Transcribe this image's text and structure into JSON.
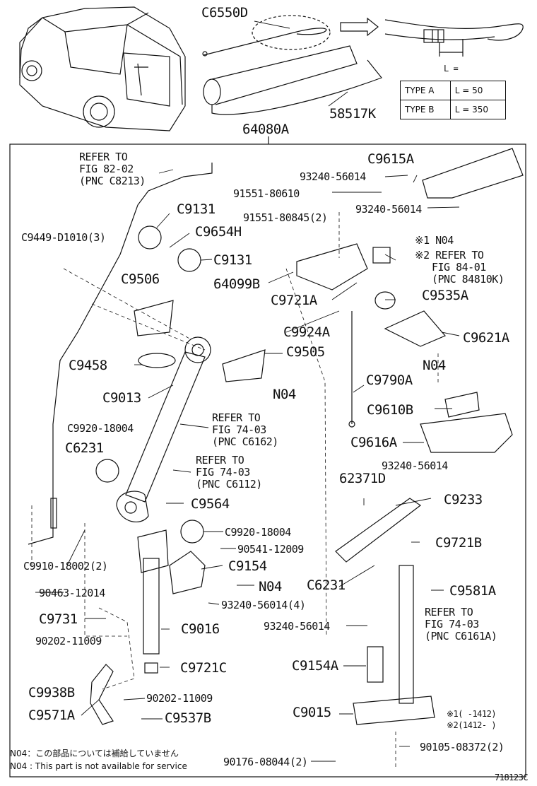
{
  "labels": {
    "c6550d": "C6550D",
    "l_eq": "L =",
    "p58517k": "58517K",
    "p64080a": "64080A",
    "refer_82_1": "REFER TO",
    "refer_82_2": "FIG 82-02",
    "refer_82_3": "(PNC C8213)",
    "c9615a": "C9615A",
    "p93240_a": "93240-56014",
    "p91551_80610": "91551-80610",
    "p93240_b": "93240-56014",
    "c9131_a": "C9131",
    "p91551_80845": "91551-80845(2)",
    "c9654h": "C9654H",
    "c9449": "C9449-D1010(3)",
    "n04_mark": "※1 N04",
    "refer_84_1": "※2 REFER TO",
    "refer_84_2": "FIG 84-01",
    "refer_84_3": "(PNC 84810K)",
    "c9131_b": "C9131",
    "p64099b": "64099B",
    "c9506": "C9506",
    "c9721a": "C9721A",
    "c9535a": "C9535A",
    "c9924a": "C9924A",
    "c9621a": "C9621A",
    "c9458": "C9458",
    "c9505": "C9505",
    "n04_b": "N04",
    "n04_c": "N04",
    "c9790a": "C9790A",
    "c9013": "C9013",
    "refer_74a_1": "REFER TO",
    "refer_74a_2": "FIG 74-03",
    "refer_74a_3": "(PNC C6162)",
    "c9610b": "C9610B",
    "p99920_a": "C9920-18004",
    "c6231_a": "C6231",
    "c9616a": "C9616A",
    "refer_74b_1": "REFER TO",
    "refer_74b_2": "FIG 74-03",
    "refer_74b_3": "(PNC C6112)",
    "p93240_c": "93240-56014",
    "p62371d": "62371D",
    "c9564": "C9564",
    "c9233": "C9233",
    "p99920_b": "C9920-18004",
    "p90541": "90541-12009",
    "c9721b": "C9721B",
    "c9910": "C9910-18002(2)",
    "c9154": "C9154",
    "p90463": "90463-12014",
    "n04_d": "N04",
    "c6231_b": "C6231",
    "c9581a": "C9581A",
    "p93240_d": "93240-56014(4)",
    "c9731": "C9731",
    "refer_74c_1": "REFER TO",
    "refer_74c_2": "FIG 74-03",
    "refer_74c_3": "(PNC C6161A)",
    "p93240_e": "93240-56014",
    "c9016": "C9016",
    "p90202_a": "90202-11009",
    "c9154a": "C9154A",
    "c9938b": "C9938B",
    "c9721c": "C9721C",
    "p90202_b": "90202-11009",
    "c9571a": "C9571A",
    "c9537b": "C9537B",
    "c9015": "C9015",
    "date1": "※1(      -1412)",
    "date2": "※2(1412-     )",
    "p90105": "90105-08372(2)",
    "p90176": "90176-08044(2)",
    "figno": "718123C"
  },
  "type_table": {
    "row1_type": "TYPE  A",
    "row1_l": "L = 50",
    "row2_type": "TYPE  B",
    "row2_l": "L = 350"
  },
  "notes": {
    "jp": "N04：この部品については補給していません",
    "en": "N04 : This part is not available for service"
  }
}
